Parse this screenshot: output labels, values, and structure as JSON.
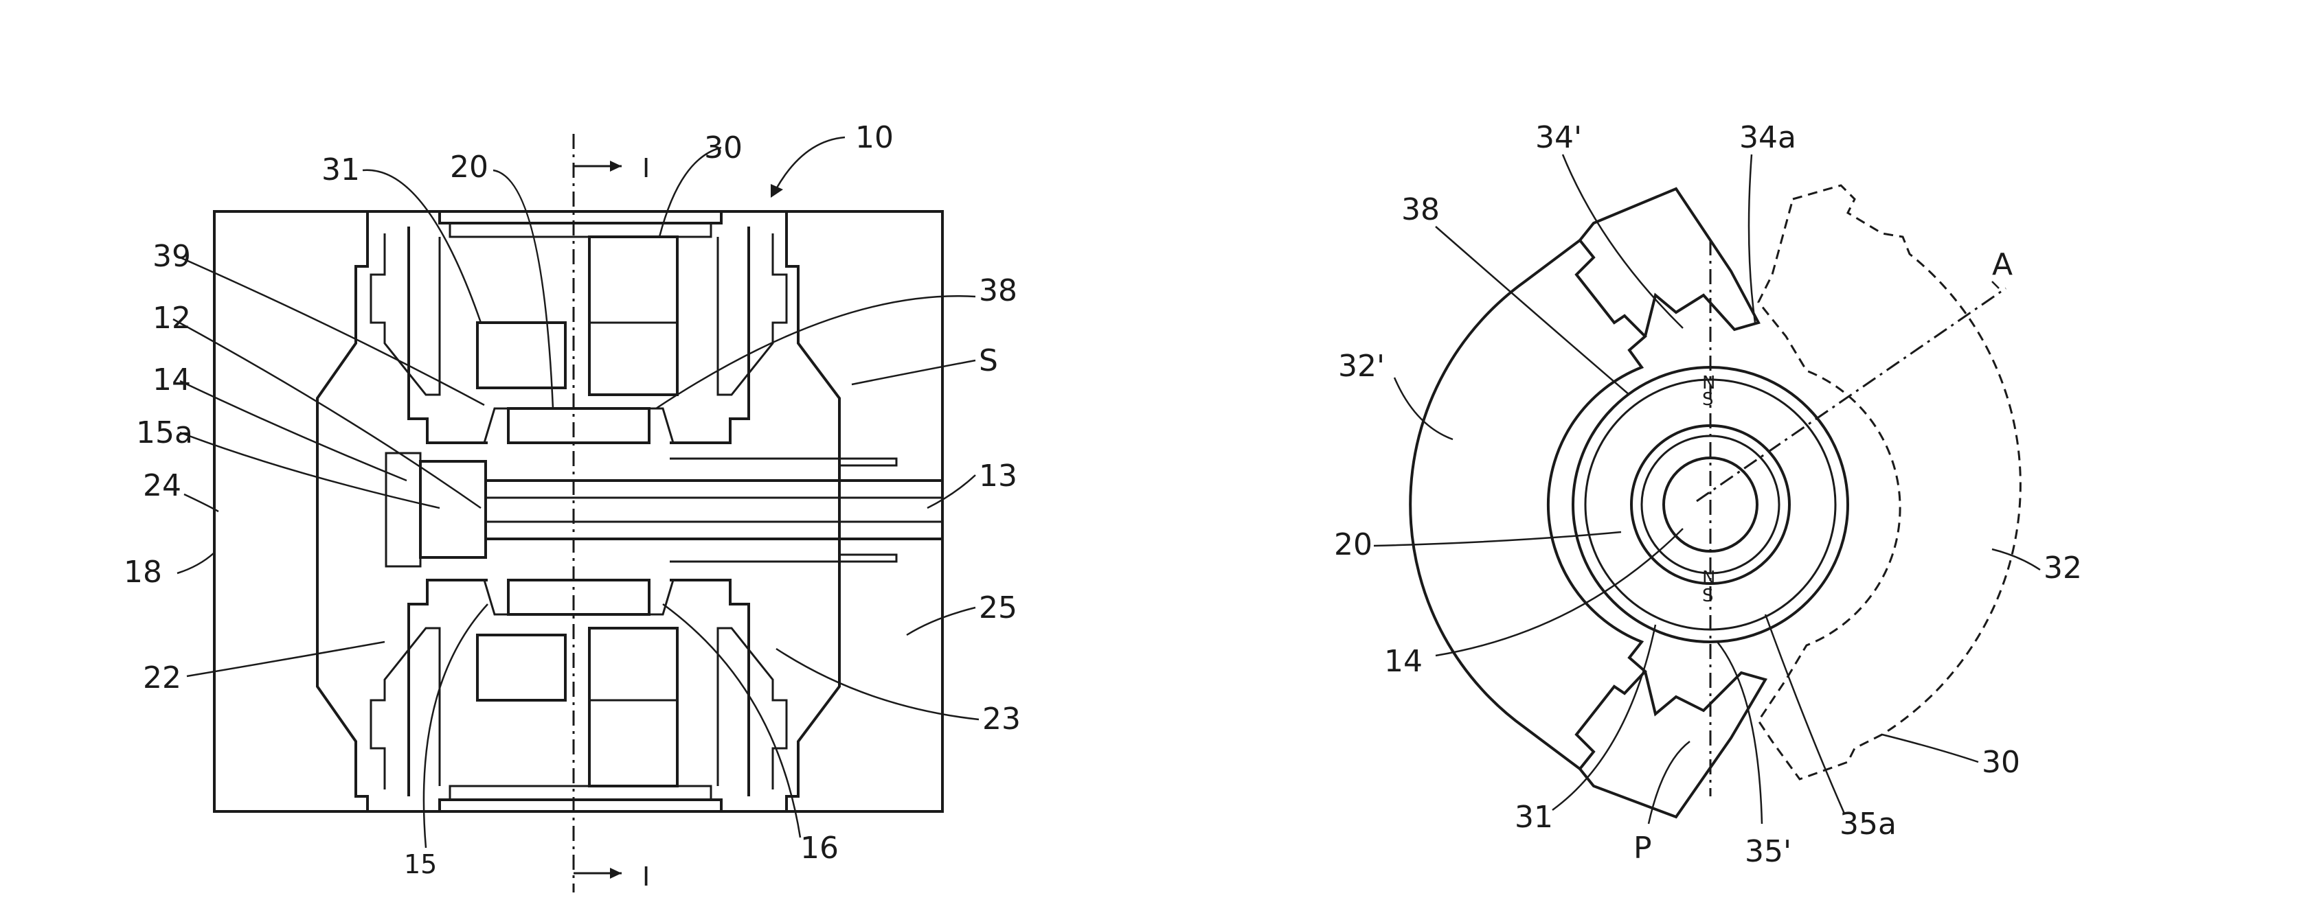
{
  "figure_left": {
    "labels": {
      "l31": "31",
      "l20": "20",
      "l30": "30",
      "l10": "10",
      "l39": "39",
      "l12": "12",
      "l14": "14",
      "l15a": "15a",
      "l24": "24",
      "l18": "18",
      "l22": "22",
      "l15": "15",
      "l38": "38",
      "lS": "S",
      "l13": "13",
      "l25": "25",
      "l23": "23",
      "l16": "16",
      "section_top": "I",
      "section_bottom": "I"
    }
  },
  "figure_right": {
    "labels": {
      "l34p": "34'",
      "l34a": "34a",
      "l38": "38",
      "lA": "A",
      "l32p": "32'",
      "l20": "20",
      "l32": "32",
      "l14": "14",
      "l30": "30",
      "l31": "31",
      "lP": "P",
      "l35p": "35'",
      "l35a": "35a",
      "pole_n_top": "N",
      "pole_s_top": "S",
      "pole_n_bottom": "N",
      "pole_s_bottom": "S"
    }
  }
}
